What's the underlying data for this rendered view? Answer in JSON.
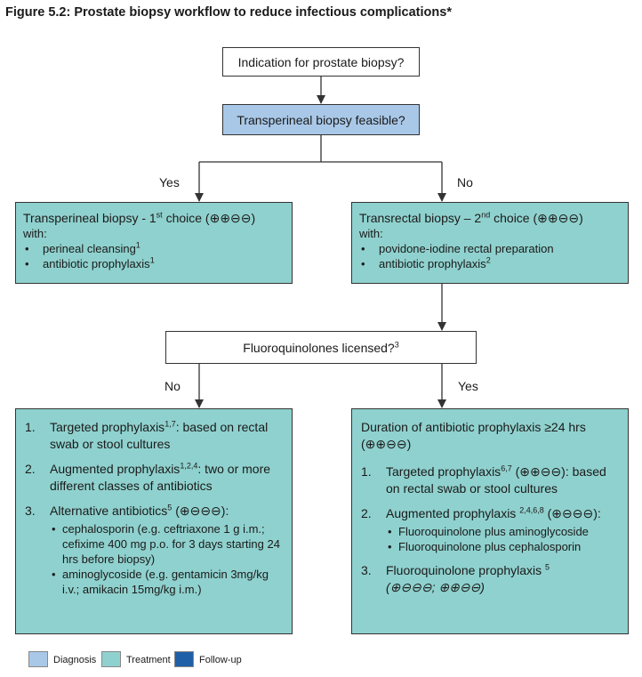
{
  "figure_title": "Figure 5.2: Prostate biopsy workflow to reduce infectious complications*",
  "nodes": {
    "indication": "Indication for prostate biopsy?",
    "transperineal_feasible": "Transperineal biopsy feasible?",
    "fq_licensed_pre": "Fluoroquinolones licensed?",
    "fq_licensed_sup": "3"
  },
  "branch_labels": {
    "yes_left": "Yes",
    "no_right": "No",
    "no_left": "No",
    "yes_right": "Yes"
  },
  "transperineal_box": {
    "title_pre": "Transperineal biopsy - 1",
    "title_sup": "st",
    "title_post": " choice (⊕⊕⊖⊖)",
    "with": "with:",
    "item1": "perineal cleansing",
    "item1_sup": "1",
    "item2": "antibiotic prophylaxis",
    "item2_sup": "1"
  },
  "transrectal_box": {
    "title_pre": "Transrectal biopsy – 2",
    "title_sup": "nd",
    "title_post": " choice (⊕⊕⊖⊖)",
    "with": "with:",
    "item1": "povidone-iodine rectal preparation",
    "item2": "antibiotic prophylaxis",
    "item2_sup": "2"
  },
  "no_fq_box": {
    "n1": "1.",
    "t1_pre": "Targeted prophylaxis",
    "t1_sup": "1,7",
    "t1_post": ": based on rectal swab or stool cultures",
    "n2": "2.",
    "t2_pre": "Augmented prophylaxis",
    "t2_sup": "1,2,4",
    "t2_post": ": two or more different classes of antibiotics",
    "n3": "3.",
    "t3_pre": "Alternative antibiotics",
    "t3_sup": "5",
    "t3_post": " (⊕⊖⊖⊖):",
    "sub1": "cephalosporin (e.g. ceftriaxone 1 g i.m.; cefixime 400 mg p.o. for 3 days starting 24 hrs before biopsy)",
    "sub2": "aminoglycoside (e.g. gentamicin 3mg/kg i.v.; amikacin 15mg/kg i.m.)"
  },
  "fq_box": {
    "head": "Duration of antibiotic prophylaxis ≥24 hrs (⊕⊕⊖⊖)",
    "n1": "1.",
    "t1_pre": "Targeted prophylaxis",
    "t1_sup": "6,7",
    "t1_post": " (⊕⊕⊖⊖): based on rectal swab or stool cultures",
    "n2": "2.",
    "t2_pre": "Augmented prophylaxis ",
    "t2_sup": "2,4,6,8",
    "t2_post": " (⊕⊖⊖⊖):",
    "sub1": "Fluoroquinolone plus aminoglycoside",
    "sub2": "Fluoroquinolone plus cephalosporin",
    "n3": "3.",
    "t3_pre": "Fluoroquinolone prophylaxis ",
    "t3_sup": "5",
    "t3_post": "(⊕⊖⊖⊖; ⊕⊕⊖⊖)"
  },
  "legend": {
    "diagnosis": "Diagnosis",
    "treatment": "Treatment",
    "followup": "Follow-up"
  },
  "colors": {
    "diagnosis": "#a9c8e8",
    "treatment": "#8fd1ce",
    "followup": "#1f5fa8",
    "connector": "#333333"
  }
}
